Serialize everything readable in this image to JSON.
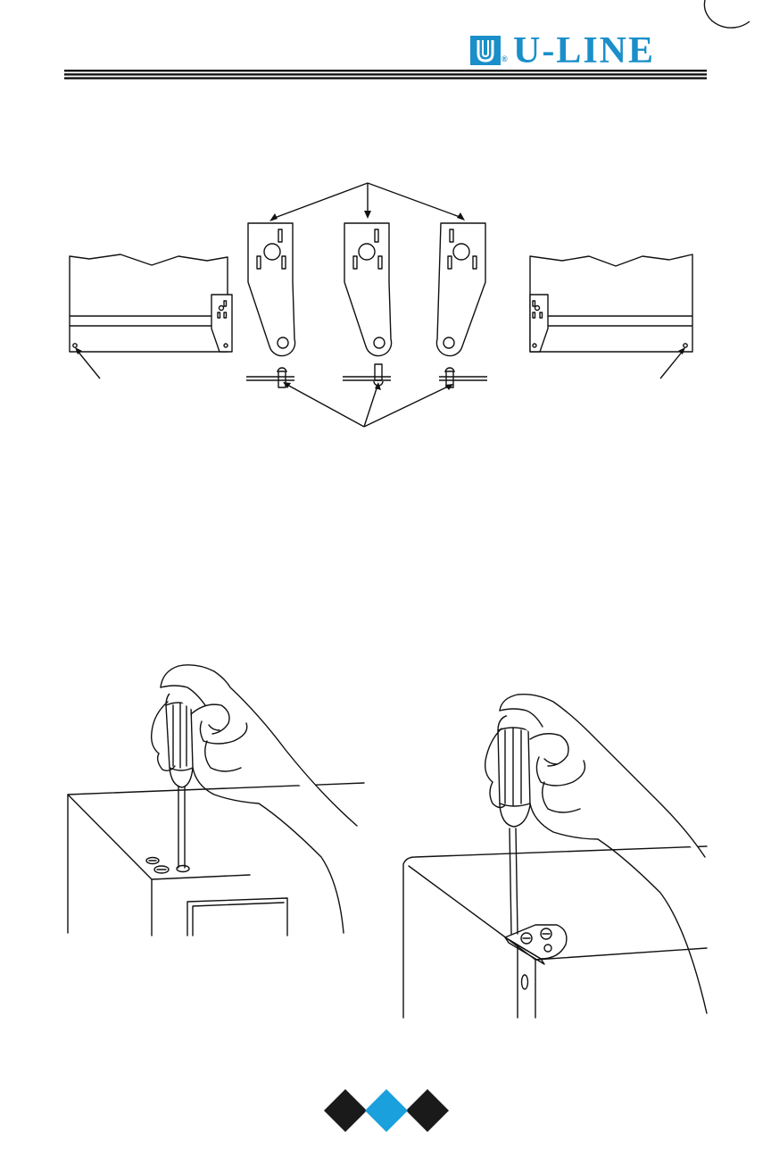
{
  "header": {
    "brand_name": "U-LINE",
    "registered_mark": "®",
    "brand_color": "#1a8fc9"
  },
  "figures": {
    "hinge_diagram": "hinge-bracket-diagram",
    "left_illustration": "screwdriver-removing-top-screw",
    "right_illustration": "screwdriver-removing-hinge-bracket"
  },
  "footer": {
    "diamond_left_color": "#1a1a1a",
    "diamond_middle_color": "#1aa0dc",
    "diamond_right_color": "#1a1a1a"
  }
}
